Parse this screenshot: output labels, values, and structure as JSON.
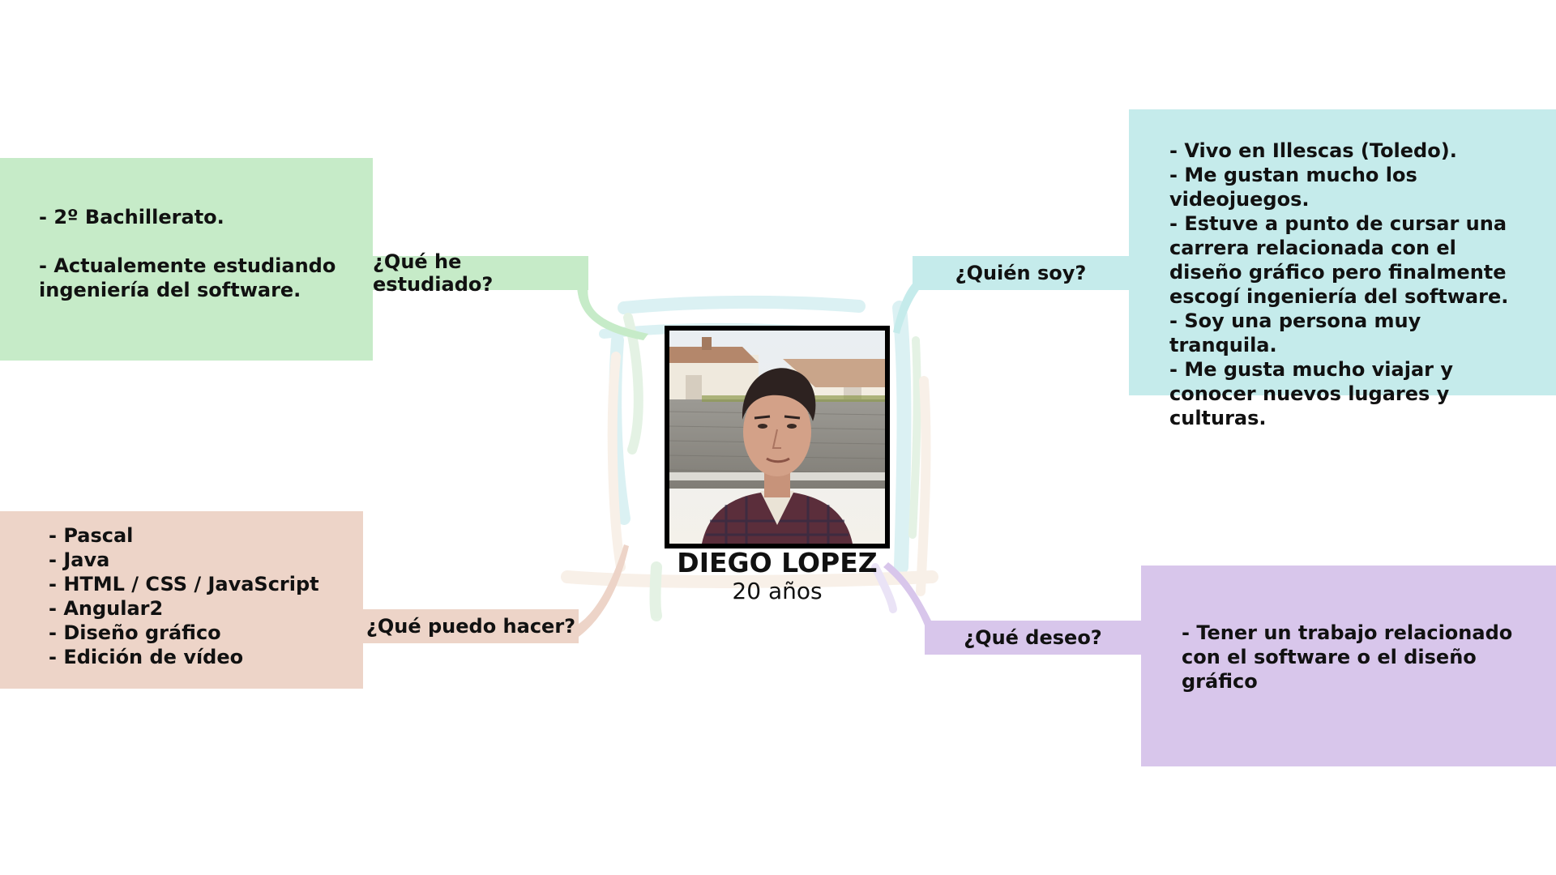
{
  "center": {
    "name": "DIEGO LOPEZ",
    "age": "20 años"
  },
  "branches": {
    "studied": {
      "label": "¿Qué he estudiado?",
      "items": [
        "- 2º Bachillerato.",
        "- Actualemente estudiando ingeniería del software."
      ],
      "color": "#c6ebc8"
    },
    "who": {
      "label": "¿Quién soy?",
      "items": [
        "- Vivo en Illescas (Toledo).",
        "- Me gustan mucho los videojuegos.",
        "- Estuve a punto de cursar una carrera relacionada con el diseño gráfico pero finalmente escogí ingeniería del software.",
        "- Soy una persona muy tranquila.",
        "- Me gusta mucho viajar y conocer nuevos lugares y culturas."
      ],
      "color": "#c5ebeb"
    },
    "can": {
      "label": "¿Qué puedo hacer?",
      "items": [
        "- Pascal",
        "- Java",
        "- HTML / CSS / JavaScript",
        "- Angular2",
        "- Diseño gráfico",
        "- Edición de vídeo"
      ],
      "color": "#edd4c8"
    },
    "want": {
      "label": "¿Qué deseo?",
      "items": [
        "- Tener un trabajo relacionado con el software o el diseño gráfico"
      ],
      "color": "#d8c6eb"
    }
  }
}
